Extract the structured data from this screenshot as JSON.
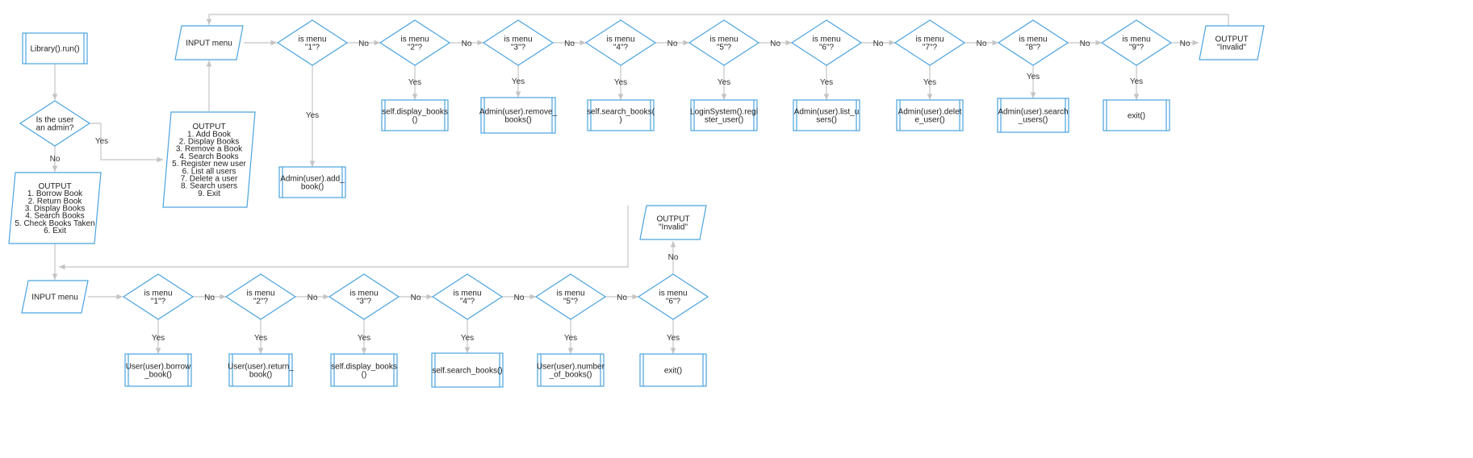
{
  "diagram": {
    "edge_yes": "Yes",
    "edge_no": "No",
    "start": [
      "Library().run()"
    ],
    "admin_question": [
      "Is the user",
      "an admin?"
    ],
    "admin_output": [
      "OUTPUT",
      "1. Add Book",
      "2. Display Books",
      "3. Remove a Book",
      "4. Search Books",
      "5. Register new user",
      "6. List all users",
      "7. Delete a user",
      "8. Search users",
      "9. Exit"
    ],
    "user_output": [
      "OUTPUT",
      "1. Borrow Book",
      "2. Return Book",
      "3. Display Books",
      "4. Search Books",
      "5. Check Books Taken",
      "6. Exit"
    ],
    "admin_input": [
      "INPUT menu"
    ],
    "user_input": [
      "INPUT menu"
    ],
    "admin_invalid": [
      "OUTPUT",
      "\"Invalid\""
    ],
    "user_invalid": [
      "OUTPUT",
      "\"Invalid\""
    ],
    "admin_checks": [
      {
        "question": [
          "is menu",
          "\"1\"?"
        ],
        "action": [
          "Admin(user).add_",
          "book()"
        ]
      },
      {
        "question": [
          "is menu",
          "\"2\"?"
        ],
        "action": [
          "self.display_books",
          "()"
        ]
      },
      {
        "question": [
          "is menu",
          "\"3\"?"
        ],
        "action": [
          "Admin(user).remove_",
          "books()"
        ]
      },
      {
        "question": [
          "is menu",
          "\"4\"?"
        ],
        "action": [
          "self.search_books(",
          ")"
        ]
      },
      {
        "question": [
          "is menu",
          "\"5\"?"
        ],
        "action": [
          "LoginSystem().regi",
          "ster_user()"
        ]
      },
      {
        "question": [
          "is menu",
          "\"6\"?"
        ],
        "action": [
          "Admin(user).list_u",
          "sers()"
        ]
      },
      {
        "question": [
          "is menu",
          "\"7\"?"
        ],
        "action": [
          "Admin(user).delet",
          "e_user()"
        ]
      },
      {
        "question": [
          "is menu",
          "\"8\"?"
        ],
        "action": [
          "Admin(user).search",
          "_users()"
        ]
      },
      {
        "question": [
          "is menu",
          "\"9\"?"
        ],
        "action": [
          "exit()"
        ]
      }
    ],
    "user_checks": [
      {
        "question": [
          "is menu",
          "\"1\"?"
        ],
        "action": [
          "User(user).borrow",
          "_book()"
        ]
      },
      {
        "question": [
          "is menu",
          "\"2\"?"
        ],
        "action": [
          "User(user).return_",
          "book()"
        ]
      },
      {
        "question": [
          "is menu",
          "\"3\"?"
        ],
        "action": [
          "self.display_books",
          "()"
        ]
      },
      {
        "question": [
          "is menu",
          "\"4\"?"
        ],
        "action": [
          "self.search_books()"
        ]
      },
      {
        "question": [
          "is menu",
          "\"5\"?"
        ],
        "action": [
          "User(user).number",
          "_of_books()"
        ]
      },
      {
        "question": [
          "is menu",
          "\"6\"?"
        ],
        "action": [
          "exit()"
        ]
      }
    ]
  },
  "colors": {
    "node_stroke": "#4aa3df",
    "edge": "#c4c4c4"
  }
}
